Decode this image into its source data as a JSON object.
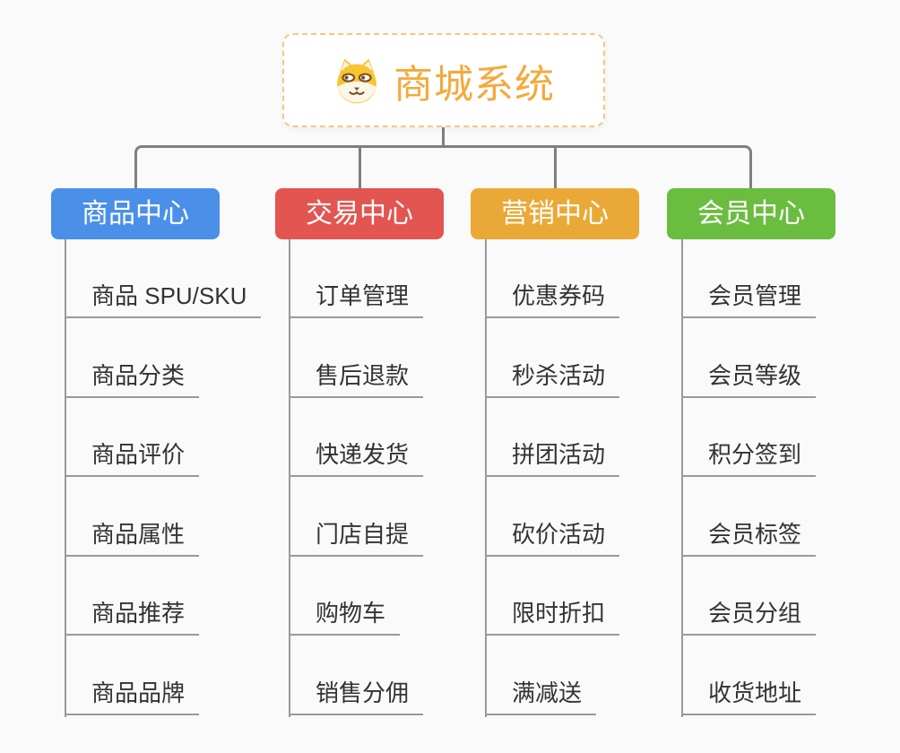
{
  "diagram": {
    "background": "#fafafa",
    "connector_color": "#7f7f7f",
    "branch_line_color": "#9a9a9a",
    "item_text_color": "#333333",
    "root": {
      "title": "商城系统",
      "title_color": "#f5a93c",
      "border_color": "#f4c87e",
      "icon": "shiba-dog-icon"
    },
    "branches": [
      {
        "label": "商品中心",
        "color": "#4a90e8",
        "items": [
          "商品 SPU/SKU",
          "商品分类",
          "商品评价",
          "商品属性",
          "商品推荐",
          "商品品牌"
        ]
      },
      {
        "label": "交易中心",
        "color": "#e35551",
        "items": [
          "订单管理",
          "售后退款",
          "快递发货",
          "门店自提",
          "购物车",
          "销售分佣"
        ]
      },
      {
        "label": "营销中心",
        "color": "#eaa937",
        "items": [
          "优惠券码",
          "秒杀活动",
          "拼团活动",
          "砍价活动",
          "限时折扣",
          "满减送"
        ]
      },
      {
        "label": "会员中心",
        "color": "#6abd3f",
        "items": [
          "会员管理",
          "会员等级",
          "积分签到",
          "会员标签",
          "会员分组",
          "收货地址"
        ]
      }
    ]
  }
}
